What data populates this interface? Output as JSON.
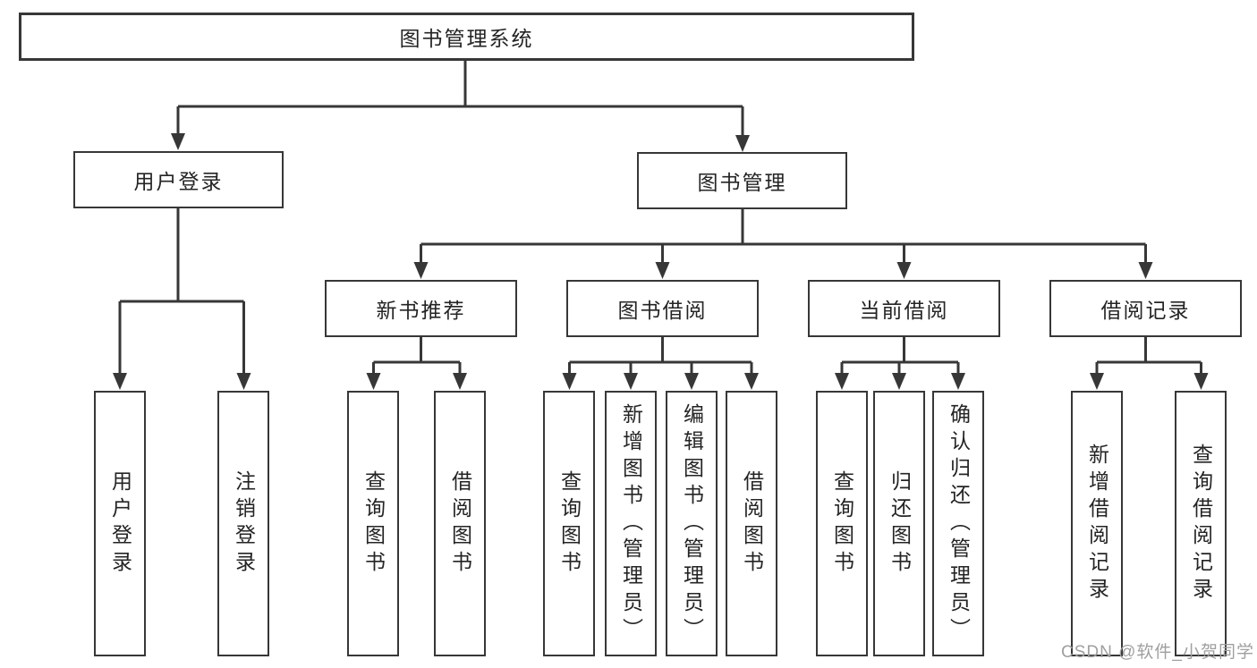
{
  "tree": {
    "label": "图书管理系统",
    "children": [
      {
        "label": "用户登录",
        "children": [
          {
            "label": "用户登录"
          },
          {
            "label": "注销登录"
          }
        ]
      },
      {
        "label": "图书管理",
        "children": [
          {
            "label": "新书推荐",
            "children": [
              {
                "label": "查询图书"
              },
              {
                "label": "借阅图书"
              }
            ]
          },
          {
            "label": "图书借阅",
            "children": [
              {
                "label": "查询图书"
              },
              {
                "label": "新增图书（管理员）"
              },
              {
                "label": "编辑图书（管理员）"
              },
              {
                "label": "借阅图书"
              }
            ]
          },
          {
            "label": "当前借阅",
            "children": [
              {
                "label": "查询图书"
              },
              {
                "label": "归还图书"
              },
              {
                "label": "确认归还（管理员）"
              }
            ]
          },
          {
            "label": "借阅记录",
            "children": [
              {
                "label": "新增借阅记录"
              },
              {
                "label": "查询借阅记录"
              }
            ]
          }
        ]
      }
    ]
  },
  "watermark": {
    "text": "CSDN @软件_小贺同学"
  },
  "colors": {
    "line": "#373737",
    "box_border": "#373737",
    "node_text": "#242424",
    "background": "#ffffff",
    "watermark_text": "#9f9f9f"
  }
}
